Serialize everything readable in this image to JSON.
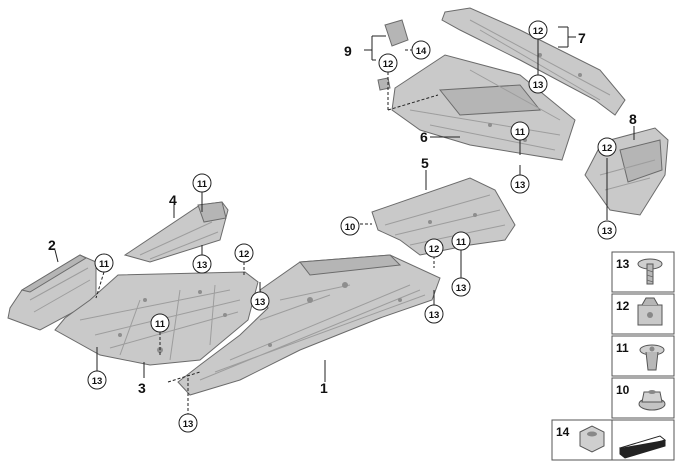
{
  "parts": {
    "p1": "1",
    "p2": "2",
    "p3": "3",
    "p4": "4",
    "p5": "5",
    "p6": "6",
    "p7": "7",
    "p8": "8",
    "p9": "9"
  },
  "callouts": {
    "c11_p4": "11",
    "c13_p4": "13",
    "c11_p2": "11",
    "c13_p3a": "13",
    "c11_p3": "11",
    "c13_p3b": "13",
    "c12_p3": "12",
    "c13_p1": "13",
    "c10_p5": "10",
    "c12_p5": "12",
    "c11_p5": "11",
    "c13_p5": "13",
    "c13_p1b": "13",
    "c11_p6": "11",
    "c13_p6": "13",
    "c12_p9": "12",
    "c14_p9": "14",
    "c12_p7": "12",
    "c13_p7": "13",
    "c12_p8": "12",
    "c13_p8": "13"
  },
  "legend": {
    "items": [
      "13",
      "12",
      "11",
      "10",
      "14"
    ]
  }
}
